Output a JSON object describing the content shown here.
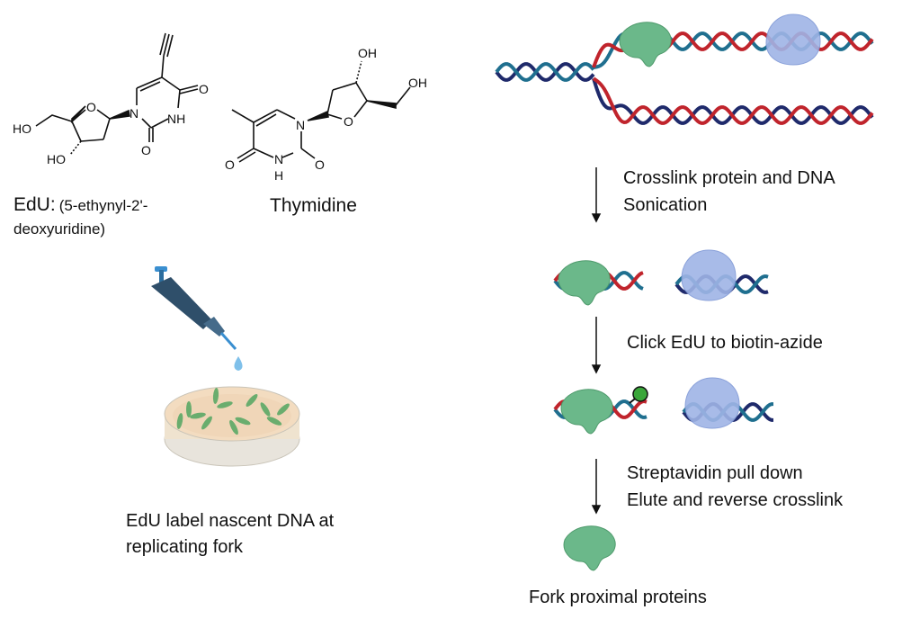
{
  "molecules": {
    "edu": {
      "name": "EdU:",
      "fullname_line1": "(5-ethynyl-2'-",
      "fullname_line2": "deoxyuridine)",
      "atoms": {
        "ho1": "HO",
        "ho2": "HO",
        "o_ring": "O",
        "n1": "N",
        "nh": "NH",
        "o_top": "O",
        "o_bottom": "O"
      }
    },
    "thymidine": {
      "name": "Thymidine",
      "atoms": {
        "oh1": "OH",
        "oh2": "OH",
        "o_ring": "O",
        "n1": "N",
        "n3": "N",
        "h": "H",
        "o_left": "O",
        "o_right": "O"
      }
    }
  },
  "left_caption": {
    "line1": "EdU label nascent DNA at",
    "line2": "replicating fork"
  },
  "steps": [
    {
      "line1": "Crosslink protein and DNA",
      "line2": "Sonication"
    },
    {
      "line1": "Click EdU to biotin-azide"
    },
    {
      "line1": "Streptavidin pull down",
      "line2": "Elute and reverse crosslink"
    }
  ],
  "result": "Fork proximal proteins",
  "colors": {
    "strand_dark": "#1f2a6b",
    "strand_teal": "#1f6f8f",
    "strand_red": "#c0242c",
    "protein_green": "#6bb88a",
    "protein_blue": "#9fb4e6",
    "biotin": "#3aa63a"
  }
}
